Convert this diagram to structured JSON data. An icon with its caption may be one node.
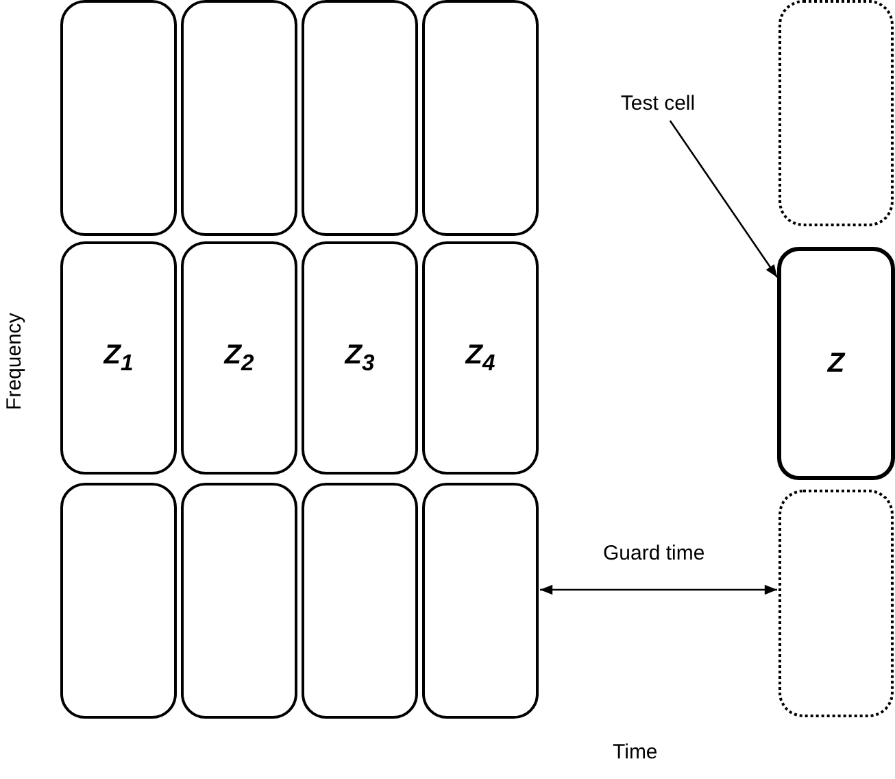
{
  "diagram": {
    "nodes": [
      {
        "text": [],
        "shape": "box"
      },
      {
        "text": [],
        "shape": "box"
      },
      {
        "text": [],
        "shape": "box"
      },
      {
        "text": [],
        "shape": "box"
      },
      {
        "text": [
          "Z$_{1}$"
        ]
      },
      {
        "text": [
          "Z$_{2}$"
        ]
      },
      {
        "text": [
          "Z$_{3}$"
        ]
      },
      {
        "text": [
          "Z$_{4}$"
        ]
      },
      {
        "text": [],
        "shape": "box"
      },
      {
        "text": [],
        "shape": "box"
      },
      {
        "text": [],
        "shape": "box"
      },
      {
        "text": [],
        "shape": "box"
      },
      {
        "text": [
          "Test cell"
        ]
      },
      {
        "text": [],
        "shape": "box"
      },
      {
        "text": [
          "Z"
        ]
      },
      {
        "text": [],
        "shape": "box"
      }
    ],
    "edges": [
      {
        "from": 12,
        "to": 14,
        "arrow": "to"
      },
      {
        "from": 11,
        "to": 15,
        "arrow": "both",
        "label": "Guard time"
      }
    ],
    "labels": [
      "Frequency",
      "Time"
    ]
  }
}
